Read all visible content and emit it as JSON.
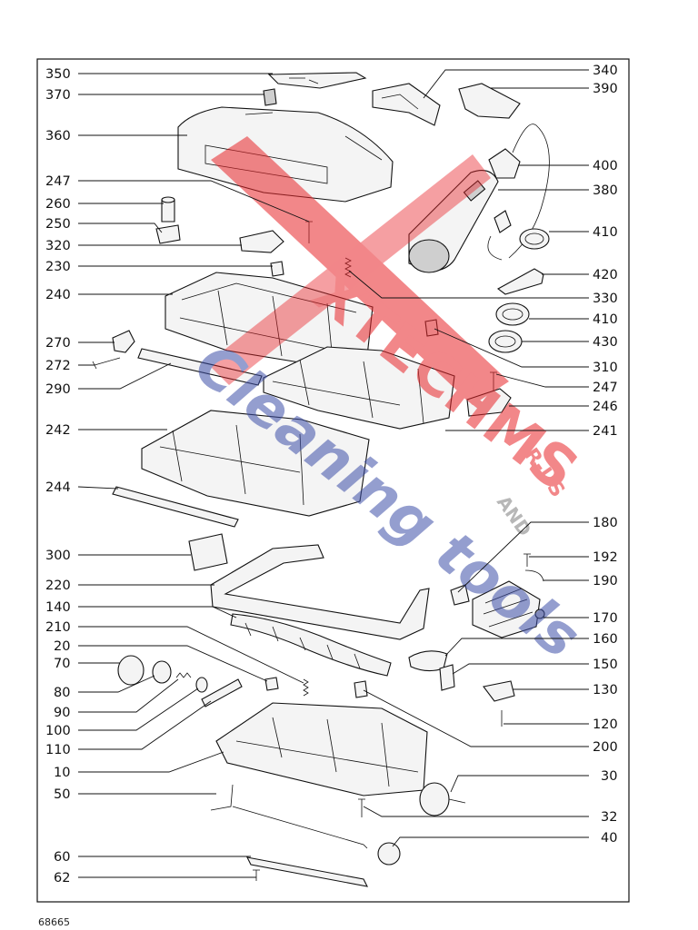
{
  "drawing_number": "68665",
  "watermark": {
    "line1": "XTECHMS",
    "line2": "Cleaning tools",
    "suffix_r_us": "R-US",
    "suffix_and": "AND",
    "color_red": "#e8262a",
    "color_blue": "#3e4fa8"
  },
  "callouts_left": [
    "350",
    "370",
    "360",
    "247",
    "260",
    "250",
    "320",
    "230",
    "240",
    "270",
    "272",
    "290",
    "242",
    "244",
    "300",
    "220",
    "140",
    "210",
    "20",
    "70",
    "80",
    "90",
    "100",
    "110",
    "10",
    "50",
    "60",
    "62"
  ],
  "callouts_right": [
    "340",
    "390",
    "400",
    "380",
    "410",
    "420",
    "330",
    "410",
    "430",
    "310",
    "247",
    "246",
    "241",
    "180",
    "192",
    "190",
    "170",
    "160",
    "150",
    "130",
    "120",
    "200",
    "30",
    "32",
    "40"
  ]
}
